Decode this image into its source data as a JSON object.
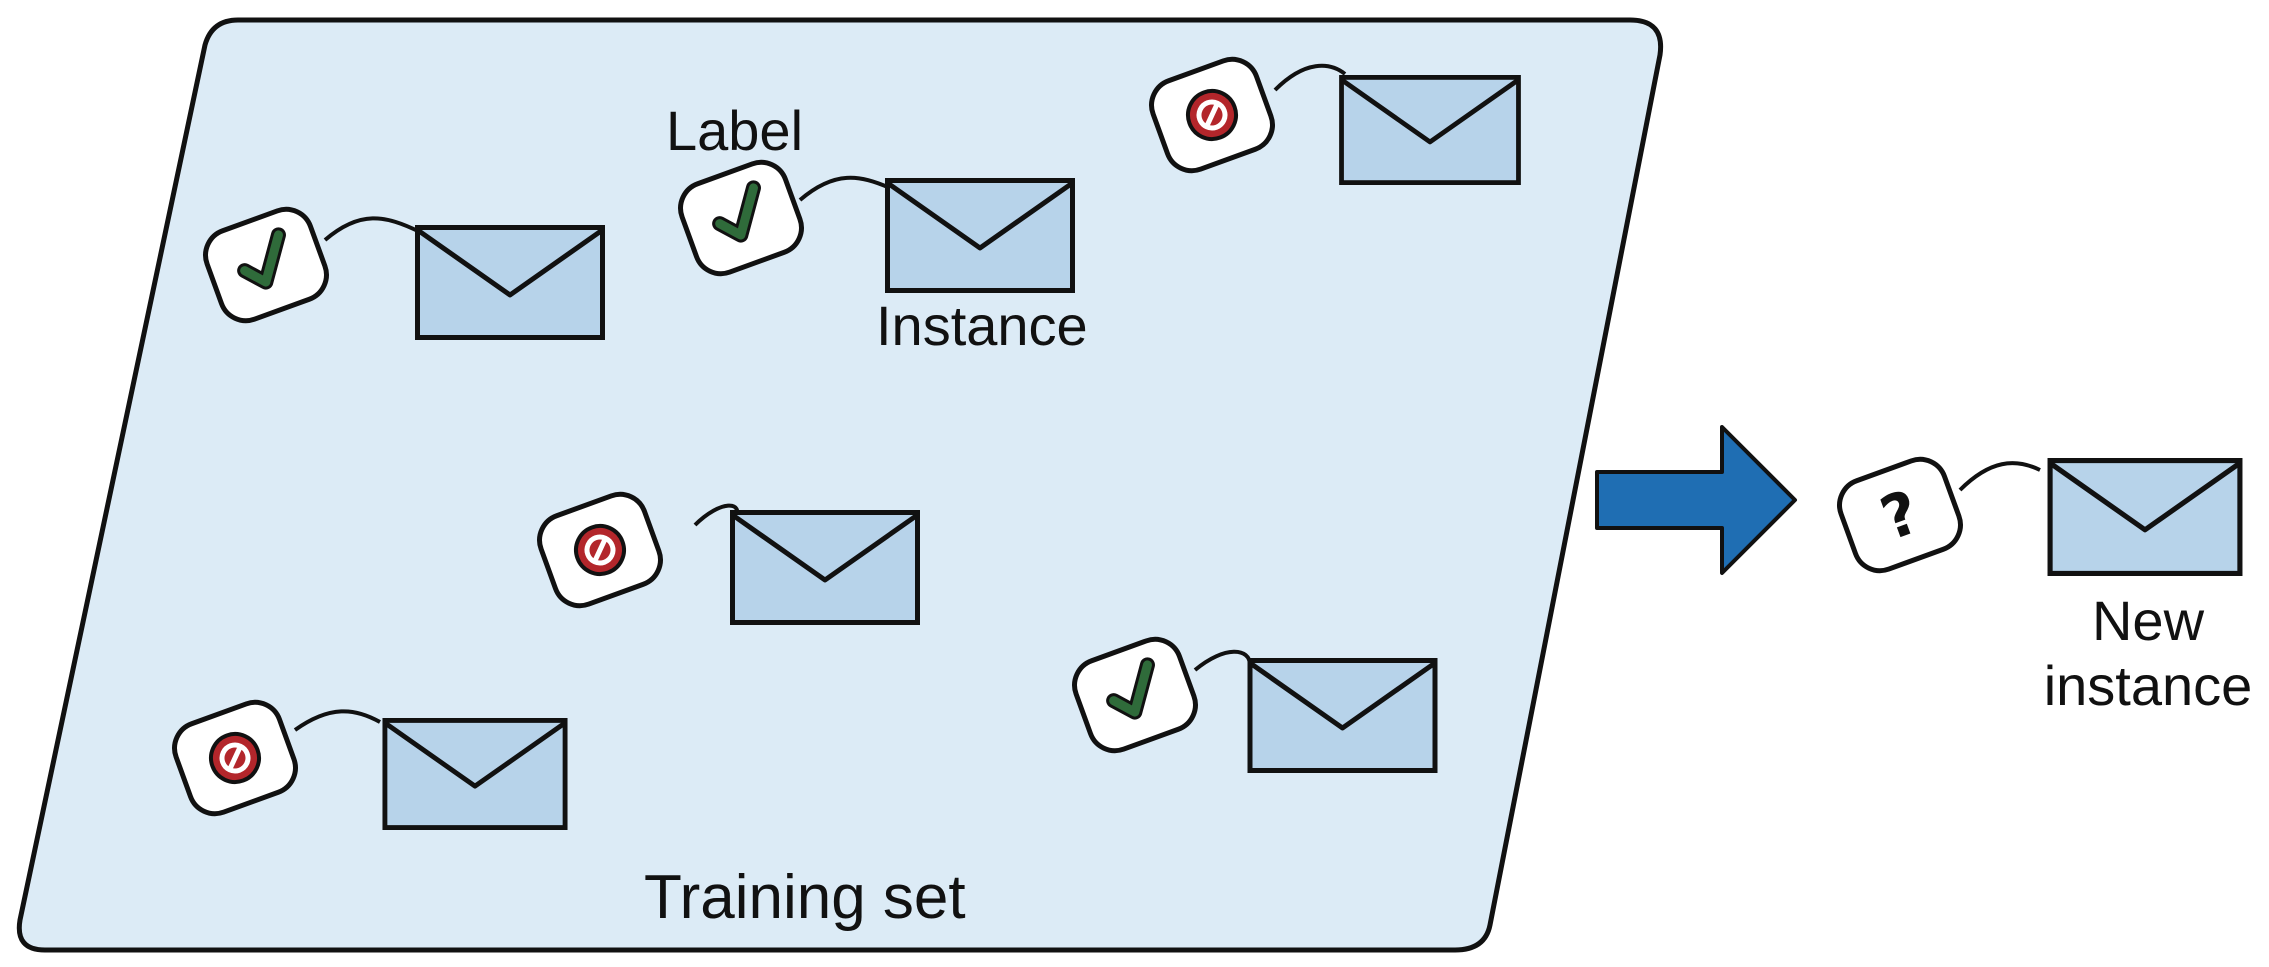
{
  "diagram": {
    "training_set_label": "Training set",
    "label_caption": "Label",
    "instance_caption": "Instance",
    "new_instance_line1": "New",
    "new_instance_line2": "instance",
    "unknown_tag_text": "?",
    "tag_kinds": [
      "check",
      "check",
      "forbidden",
      "forbidden",
      "check",
      "forbidden"
    ],
    "icons": {
      "check": "check-icon",
      "forbidden": "no-entry-icon",
      "envelope": "envelope-icon",
      "arrow": "arrow-right-icon"
    },
    "colors": {
      "panel_fill": "#dcebf6",
      "envelope_fill": "#b7d3ea",
      "check": "#2f6b3a",
      "forbidden": "#b3262b",
      "arrow": "#1f6eb3",
      "outline": "#111111"
    }
  }
}
